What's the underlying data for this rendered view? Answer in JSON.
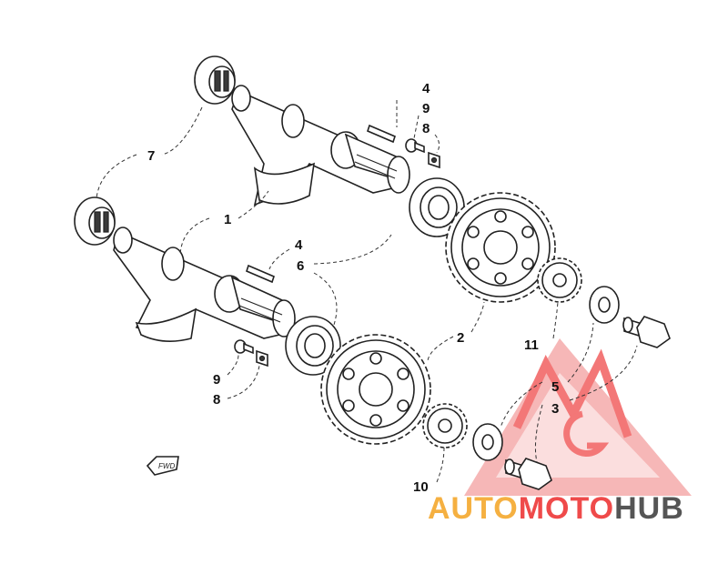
{
  "callouts": {
    "c7": "7",
    "c1": "1",
    "c4a": "4",
    "c9a": "9",
    "c8a": "8",
    "c4b": "4",
    "c6": "6",
    "c2": "2",
    "c11": "11",
    "c5": "5",
    "c3": "3",
    "c9b": "9",
    "c8b": "8",
    "c10": "10"
  },
  "front_marker": "FWD",
  "watermark": {
    "part1": "AUTO",
    "part2": "MOTO",
    "part3": "HUB",
    "color_red": "#ef4a4a",
    "color_amber": "#f5b041",
    "color_gray": "#555555"
  }
}
